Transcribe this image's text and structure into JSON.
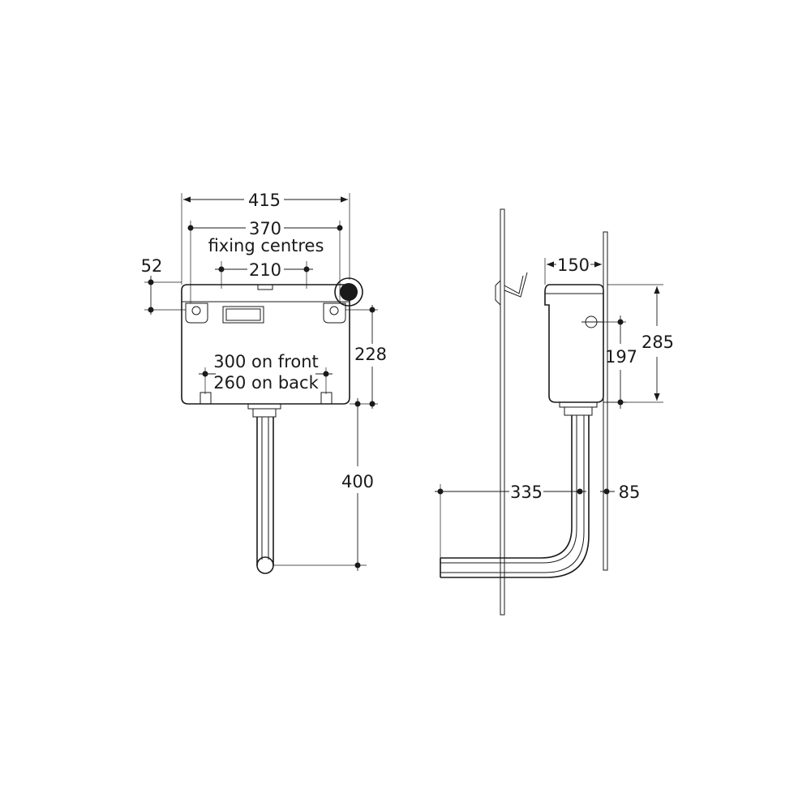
{
  "front_view": {
    "dim_overall_width": "415",
    "dim_fixing_centres": "370",
    "fixing_centres_label": "fixing centres",
    "dim_inner_fixing": "210",
    "dim_top_offset": "52",
    "dim_fixing_height": "228",
    "dim_bottom_fixing_front": "300 on front",
    "dim_bottom_fixing_back": "260 on back",
    "dim_flush_pipe_length": "400"
  },
  "side_view": {
    "dim_depth": "150",
    "dim_height": "285",
    "dim_fixing_height": "197",
    "dim_pipe_projection": "335",
    "dim_pipe_offset": "85"
  },
  "colors": {
    "line": "#1a1a1a",
    "background": "#ffffff"
  }
}
